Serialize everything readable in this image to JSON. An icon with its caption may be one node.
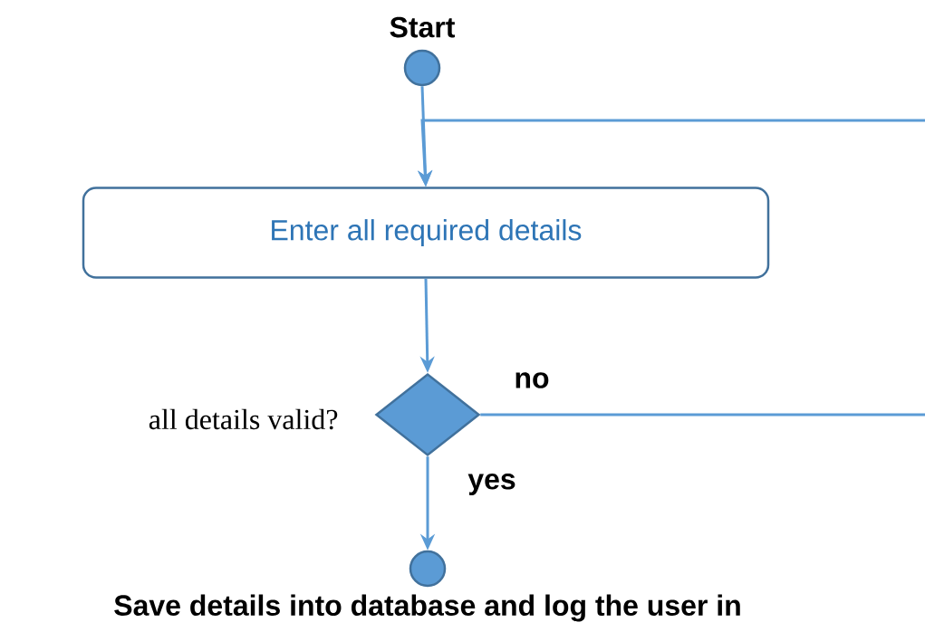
{
  "diagram": {
    "nodes": [
      {
        "text": [
          "Start"
        ]
      },
      {
        "text": [
          "Enter all required details"
        ]
      },
      {
        "text": [],
        "shape": "diamond",
        "beside": [
          "all details valid?"
        ]
      },
      {
        "text": [
          "Save details into database and log the user in"
        ]
      }
    ],
    "edges": [
      {
        "from": 0,
        "to": 1,
        "arrow": "to"
      },
      {
        "from": 1,
        "to": 2,
        "arrow": "to"
      },
      {
        "from": 2,
        "to": 3,
        "arrow": "to",
        "label": "yes"
      },
      {
        "from": 2,
        "to": 1,
        "arrow": "to",
        "label": "no"
      }
    ]
  }
}
